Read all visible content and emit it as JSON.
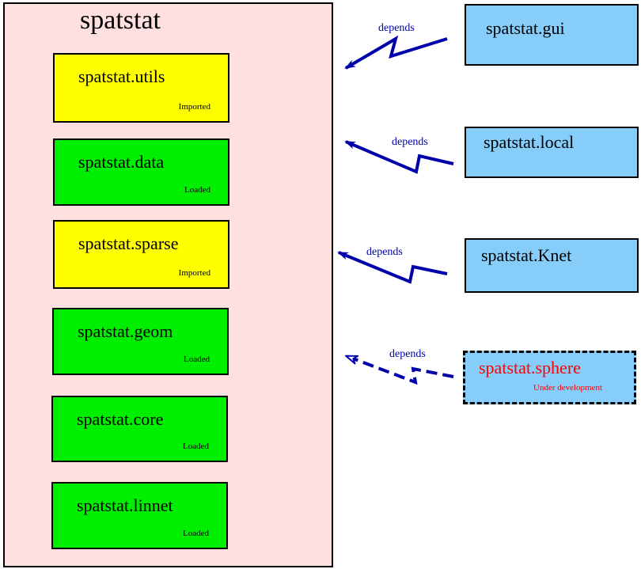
{
  "container": {
    "title": "spatstat"
  },
  "packages": [
    {
      "name": "spatstat.utils",
      "status": "Imported",
      "color": "#ffff00"
    },
    {
      "name": "spatstat.data",
      "status": "Loaded",
      "color": "#00ee00"
    },
    {
      "name": "spatstat.sparse",
      "status": "Imported",
      "color": "#ffff00"
    },
    {
      "name": "spatstat.geom",
      "status": "Loaded",
      "color": "#00ee00"
    },
    {
      "name": "spatstat.core",
      "status": "Loaded",
      "color": "#00ee00"
    },
    {
      "name": "spatstat.linnet",
      "status": "Loaded",
      "color": "#00ee00"
    }
  ],
  "extensions": [
    {
      "name": "spatstat.gui",
      "note": "",
      "relation": "depends"
    },
    {
      "name": "spatstat.local",
      "note": "",
      "relation": "depends"
    },
    {
      "name": "spatstat.Knet",
      "note": "",
      "relation": "depends"
    },
    {
      "name": "spatstat.sphere",
      "note": "Under development",
      "relation": "depends"
    }
  ],
  "colors": {
    "container_bg": "#ffe0e0",
    "imported": "#ffff00",
    "loaded": "#00ee00",
    "extension_bg": "#87cdfa",
    "arrow": "#0000aa",
    "development_text": "#ff0000"
  }
}
